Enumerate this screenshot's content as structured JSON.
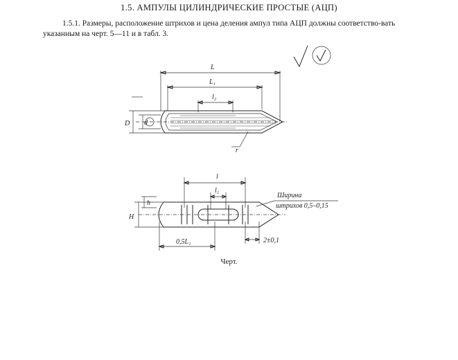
{
  "heading": "1.5. АМПУЛЫ ЦИЛИНДРИЧЕСКИЕ ПРОСТЫЕ (АЦП)",
  "paragraph": "1.5.1. Размеры, расположение штрихов и цена деления ампул типа АЦП должны соответство-вать указанным на черт. 5—11 и в табл. 3.",
  "caption": "Черт.",
  "drawing_top": {
    "dim_L": "L",
    "dim_L1": "L₁",
    "dim_l2": "l₂",
    "dim_d": "d",
    "dim_D": "D",
    "dim_r": "r",
    "roughness_mark": "√(√)"
  },
  "drawing_bottom": {
    "dim_l": "l",
    "dim_l1": "l₁",
    "dim_h": "h",
    "dim_H": "H",
    "dim_half_L1": "0,5L₁",
    "dim_tol": "2±0,1",
    "note_line1": "Ширина",
    "note_line2": "штрихов 0,5–0,15"
  }
}
